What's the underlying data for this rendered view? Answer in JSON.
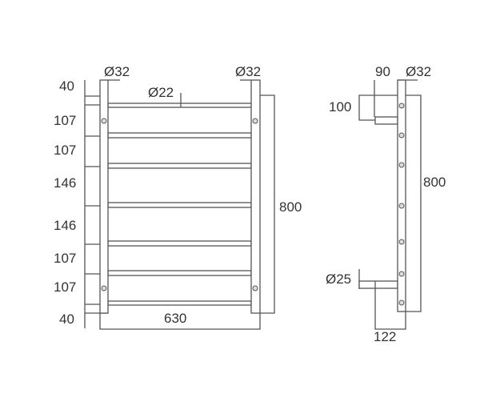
{
  "front_view": {
    "post_diameter_left": "Ø32",
    "post_diameter_right": "Ø32",
    "bar_diameter": "Ø22",
    "spacings": [
      "40",
      "107",
      "107",
      "146",
      "146",
      "107",
      "107",
      "40"
    ],
    "height": "800",
    "width": "630"
  },
  "side_view": {
    "projection": "90",
    "post_diameter": "Ø32",
    "bracket_height": "100",
    "height": "800",
    "bracket_diameter": "Ø25",
    "depth": "122"
  }
}
